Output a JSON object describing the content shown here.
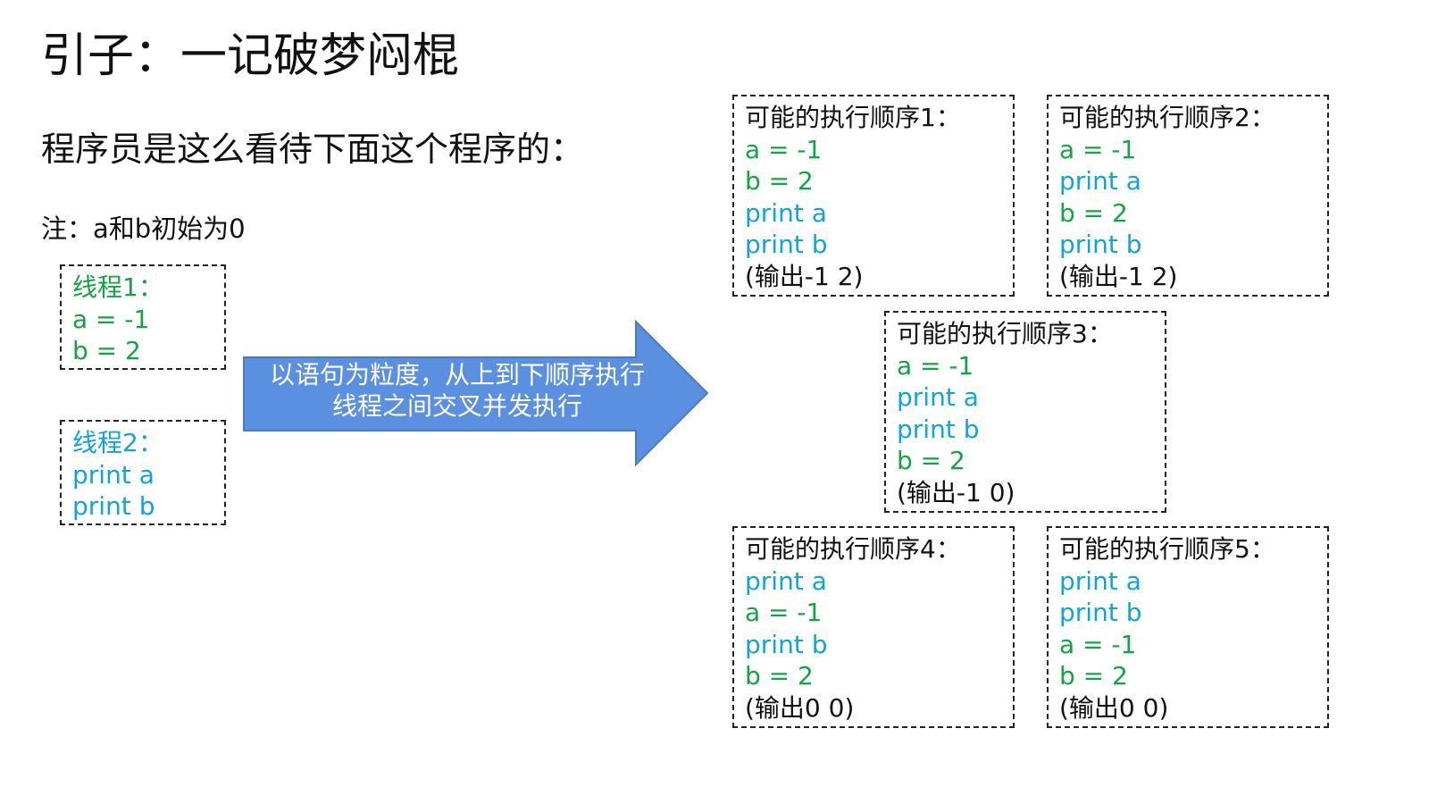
{
  "title": "引子：一记破梦闷棍",
  "subtitle": "程序员是这么看待下面这个程序的：",
  "note": "注：a和b初始为0",
  "threads": [
    {
      "lines": [
        {
          "text": "线程1：",
          "color": "green"
        },
        {
          "text": "a = -1",
          "color": "green"
        },
        {
          "text": "b = 2",
          "color": "green"
        }
      ]
    },
    {
      "lines": [
        {
          "text": "线程2：",
          "color": "blue"
        },
        {
          "text": "print a",
          "color": "blue"
        },
        {
          "text": "print b",
          "color": "blue"
        }
      ]
    }
  ],
  "arrow": {
    "line1": "以语句为粒度，从上到下顺序执行",
    "line2": "线程之间交叉并发执行",
    "fill": "#5b8fe0",
    "stroke": "#4a7ac2"
  },
  "orders": [
    {
      "title": "可能的执行顺序1：",
      "steps": [
        {
          "text": "a = -1",
          "color": "green"
        },
        {
          "text": "b = 2",
          "color": "green"
        },
        {
          "text": "print a",
          "color": "blue"
        },
        {
          "text": "print b",
          "color": "blue"
        }
      ],
      "output": "(输出-1 2)"
    },
    {
      "title": "可能的执行顺序2：",
      "steps": [
        {
          "text": "a = -1",
          "color": "green"
        },
        {
          "text": "print a",
          "color": "blue"
        },
        {
          "text": "b = 2",
          "color": "green"
        },
        {
          "text": "print b",
          "color": "blue"
        }
      ],
      "output": "(输出-1 2)"
    },
    {
      "title": "可能的执行顺序3：",
      "steps": [
        {
          "text": "a = -1",
          "color": "green"
        },
        {
          "text": "print a",
          "color": "blue"
        },
        {
          "text": "print b",
          "color": "blue"
        },
        {
          "text": "b = 2",
          "color": "green"
        }
      ],
      "output": "(输出-1 0)"
    },
    {
      "title": "可能的执行顺序4：",
      "steps": [
        {
          "text": "print a",
          "color": "blue"
        },
        {
          "text": "a = -1",
          "color": "green"
        },
        {
          "text": "print b",
          "color": "blue"
        },
        {
          "text": "b = 2",
          "color": "green"
        }
      ],
      "output": "(输出0 0)"
    },
    {
      "title": "可能的执行顺序5：",
      "steps": [
        {
          "text": "print a",
          "color": "blue"
        },
        {
          "text": "print b",
          "color": "blue"
        },
        {
          "text": "a = -1",
          "color": "green"
        },
        {
          "text": "b = 2",
          "color": "green"
        }
      ],
      "output": "(输出0 0)"
    }
  ],
  "colors": {
    "green": "#13a544",
    "blue": "#10a3df",
    "text": "#111111"
  }
}
